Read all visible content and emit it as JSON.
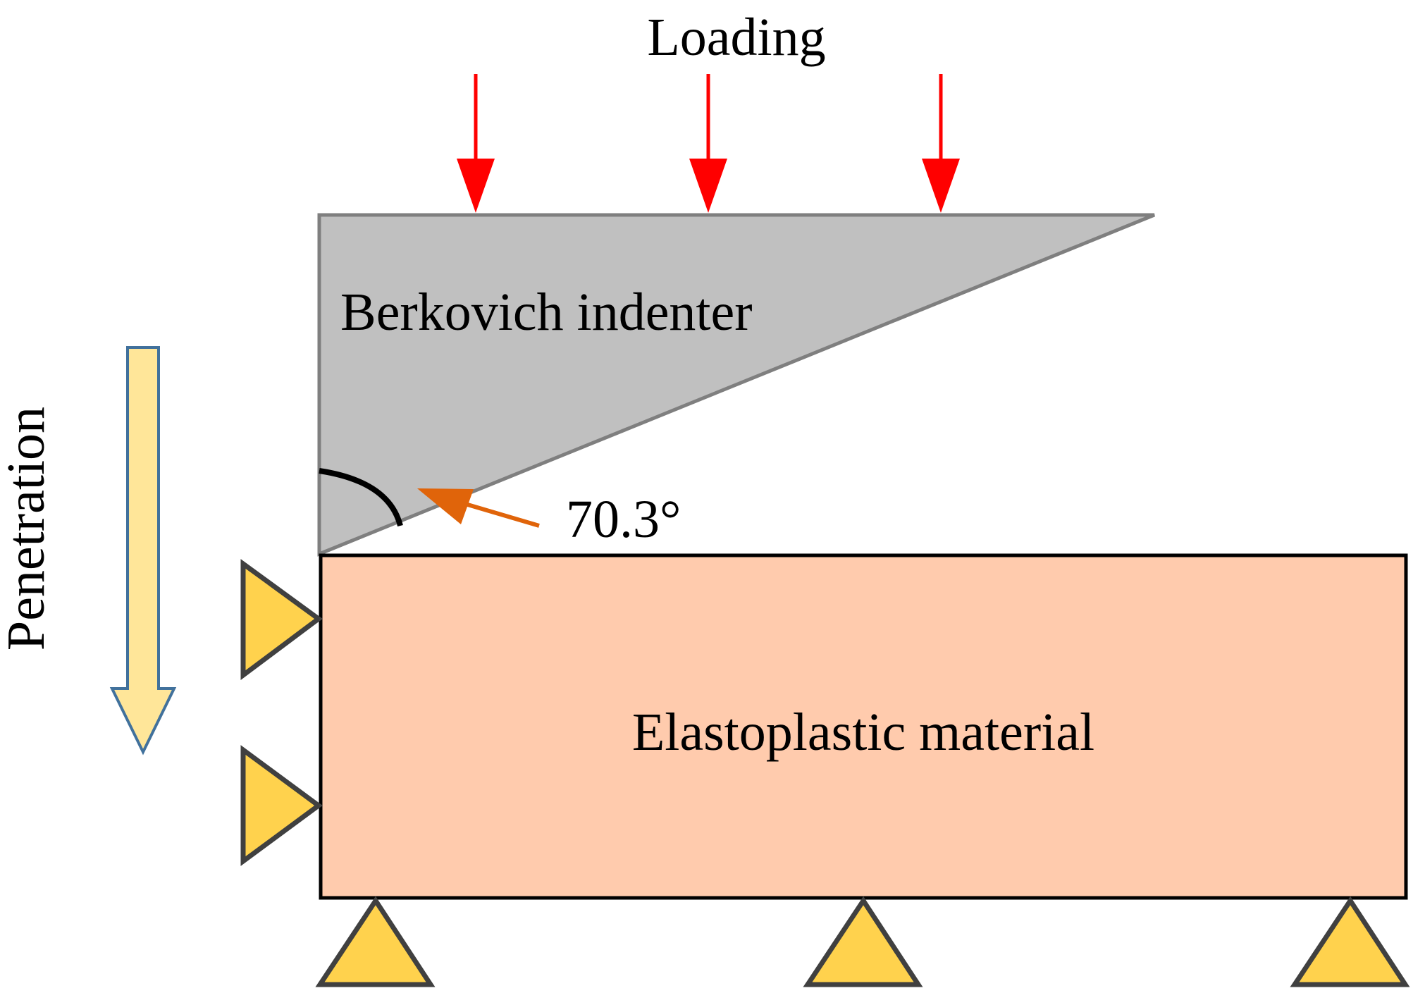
{
  "labels": {
    "loading": "Loading",
    "indenter": "Berkovich indenter",
    "angle": "70.3°",
    "penetration": "Penetration",
    "material": "Elastoplastic material"
  },
  "colors": {
    "indenter_fill": "#c0c0c0",
    "indenter_stroke": "#7f7f7f",
    "material_fill": "#ffcbad",
    "load_arrow": "#ff0000",
    "angle_arrow": "#e0640a",
    "penetration_fill": "#ffe699",
    "penetration_stroke": "#41719c",
    "support_fill": "#ffd24d",
    "support_stroke": "#404040"
  }
}
